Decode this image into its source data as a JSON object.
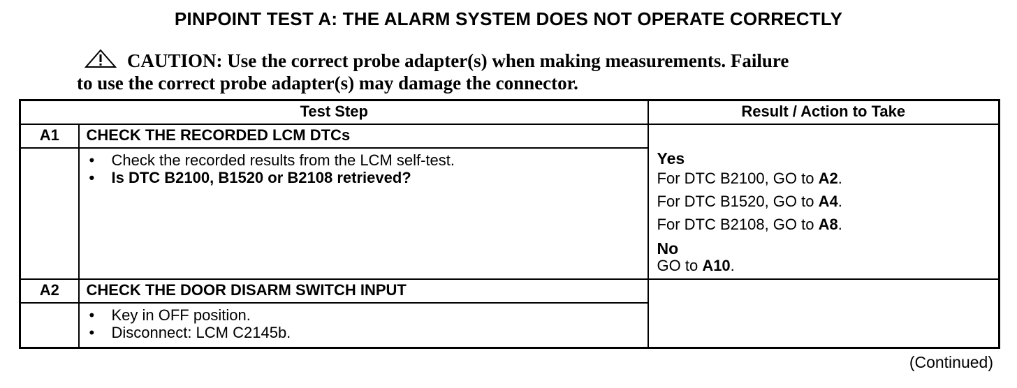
{
  "title": "PINPOINT TEST  A: THE ALARM SYSTEM DOES NOT OPERATE CORRECTLY",
  "caution": {
    "icon": "warning-triangle-icon",
    "line1": "CAUTION: Use the correct probe adapter(s) when making measurements. Failure",
    "line2": "to use the correct probe adapter(s) may damage the connector."
  },
  "table": {
    "headers": {
      "test_step": "Test Step",
      "result": "Result / Action to Take"
    },
    "steps": [
      {
        "id": "A1",
        "title": "CHECK THE RECORDED LCM DTCs",
        "bullets": [
          {
            "text": "Check the recorded results from the LCM self-test.",
            "bold": false
          },
          {
            "text": "Is DTC B2100, B1520 or B2108 retrieved?",
            "bold": true
          }
        ],
        "result": {
          "yes_label": "Yes",
          "yes_lines": [
            {
              "text": "For DTC B2100, GO to ",
              "target": "A2"
            },
            {
              "text": "For DTC B1520, GO to ",
              "target": "A4"
            },
            {
              "text": "For DTC B2108, GO to ",
              "target": "A8"
            }
          ],
          "no_label": "No",
          "no_line": {
            "text": "GO to ",
            "target": "A10"
          }
        }
      },
      {
        "id": "A2",
        "title": "CHECK THE DOOR DISARM SWITCH INPUT",
        "bullets": [
          {
            "text": "Key in OFF position.",
            "bold": false
          },
          {
            "text": "Disconnect: LCM C2145b.",
            "bold": false
          }
        ]
      }
    ]
  },
  "footer": {
    "continued": "(Continued)"
  }
}
